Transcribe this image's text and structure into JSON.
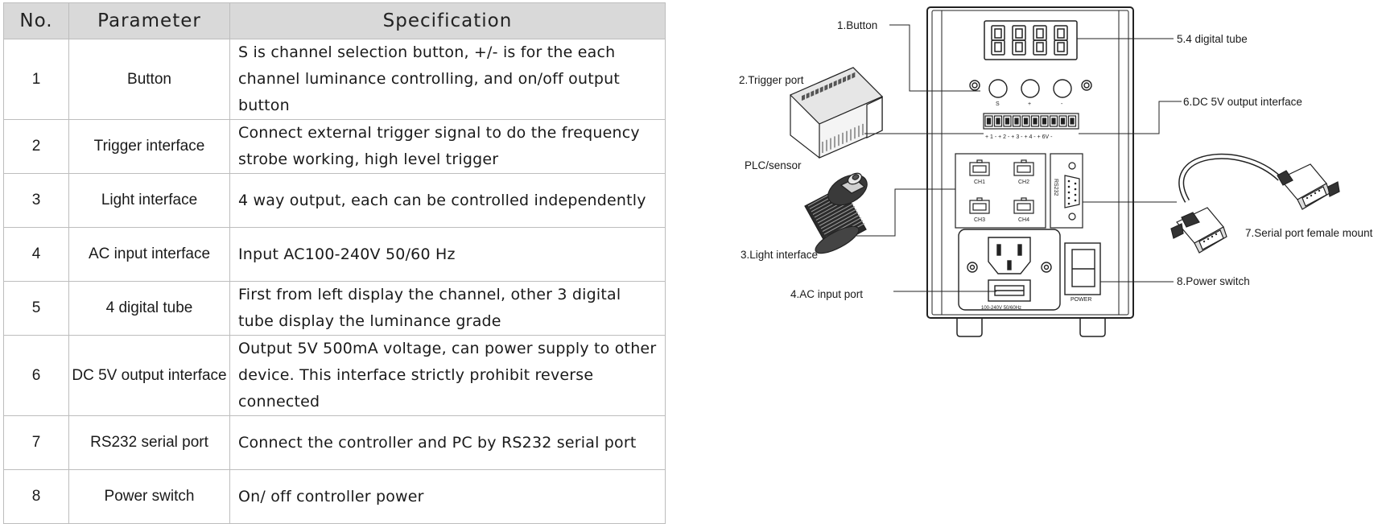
{
  "table": {
    "headers": {
      "no": "No.",
      "parameter": "Parameter",
      "specification": "Specification"
    },
    "rows": [
      {
        "no": "1",
        "parameter": "Button",
        "spec": [
          "S is channel selection button, +/- is for the each",
          "channel luminance controlling, and on/off output button"
        ]
      },
      {
        "no": "2",
        "parameter": "Trigger interface",
        "spec": [
          "Connect external trigger signal to do the frequency",
          "strobe working, high level trigger"
        ]
      },
      {
        "no": "3",
        "parameter": "Light interface",
        "spec": [
          "4 way output, each can be controlled independently"
        ]
      },
      {
        "no": "4",
        "parameter": "AC input interface",
        "spec": [
          "Input AC100-240V 50/60 Hz"
        ]
      },
      {
        "no": "5",
        "parameter": "4 digital tube",
        "spec": [
          "First from left display the channel, other 3 digital",
          "tube display the luminance grade"
        ]
      },
      {
        "no": "6",
        "parameter": "DC 5V output interface",
        "spec": [
          "Output 5V 500mA voltage, can power supply to other",
          "device. This interface strictly prohibit reverse connected"
        ]
      },
      {
        "no": "7",
        "parameter": "RS232 serial port",
        "spec": [
          "Connect the controller and PC by RS232 serial port"
        ]
      },
      {
        "no": "8",
        "parameter": "Power switch",
        "spec": [
          "On/ off controller power"
        ]
      }
    ]
  },
  "diagram": {
    "callouts": {
      "button": "1.Button",
      "trigger_port": "2.Trigger port",
      "plc_sensor": "PLC/sensor",
      "light_interface": "3.Light interface",
      "ac_input_port": "4.AC  input port",
      "digital_tube": "5.4 digital tube",
      "dc_output": "6.DC 5V output interface",
      "serial_port": "7.Serial port female mount",
      "power_switch": "8.Power switch"
    },
    "panel_labels": {
      "btn_s": "S",
      "btn_plus": "+",
      "btn_minus": "-",
      "terminal_labels": "+ 1 -  + 2 -  + 3 -  + 4 -  + 6V -",
      "ch1": "CH1",
      "ch2": "CH2",
      "ch3": "CH3",
      "ch4": "CH4",
      "rs232": "RS232",
      "ac_rating": "100-240V 50/60Hz",
      "power": "POWER"
    }
  }
}
